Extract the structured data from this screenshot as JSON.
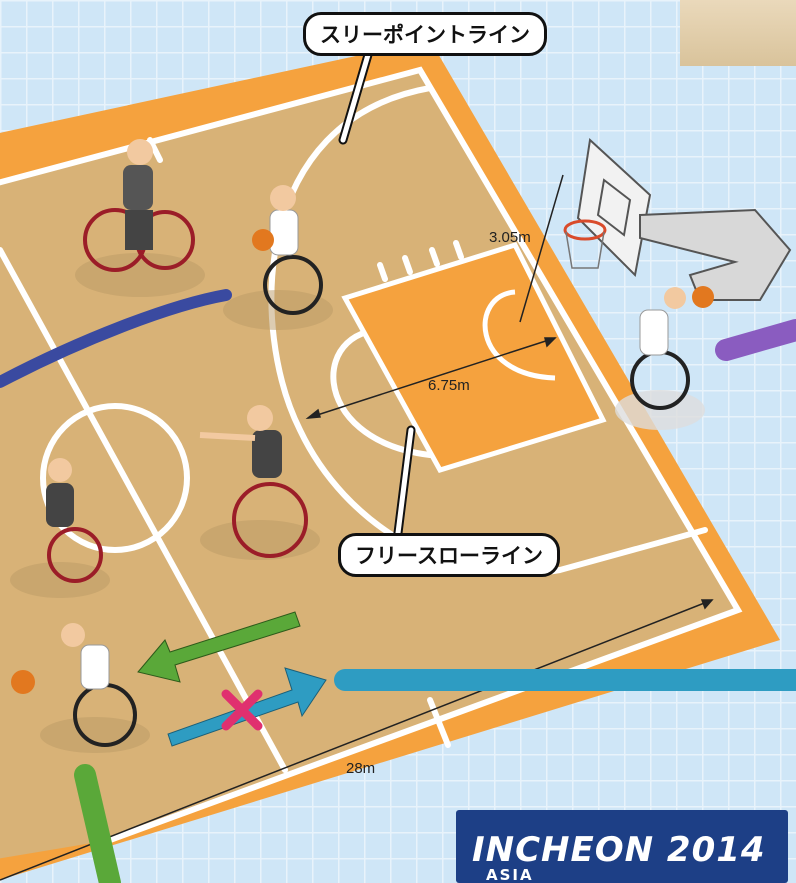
{
  "labels": {
    "three_point_line": "スリーポイントライン",
    "free_throw_line": "フリースローライン"
  },
  "dimensions": {
    "rim_height": "3.05m",
    "three_point_distance": "6.75m",
    "court_length": "28m"
  },
  "banner": {
    "text": "INCHEON 2014",
    "subtext": "ASIA"
  },
  "colors": {
    "background": "#cfe6f7",
    "court_border": "#f5a23e",
    "court_floor": "#d8b277",
    "key_area": "#f5a23e",
    "lines": "#ffffff",
    "green_arrow": "#5aa839",
    "blue_arrow": "#2e9cc2",
    "cross": "#e0306f",
    "navy_band": "#3a4aa0",
    "purple_band": "#8a5cc0",
    "teal_band": "#2e9cc2"
  },
  "icons": [
    "wheelchair-player-icon",
    "basketball-icon",
    "backboard-icon",
    "cross-mark-icon",
    "arrow-icon"
  ]
}
